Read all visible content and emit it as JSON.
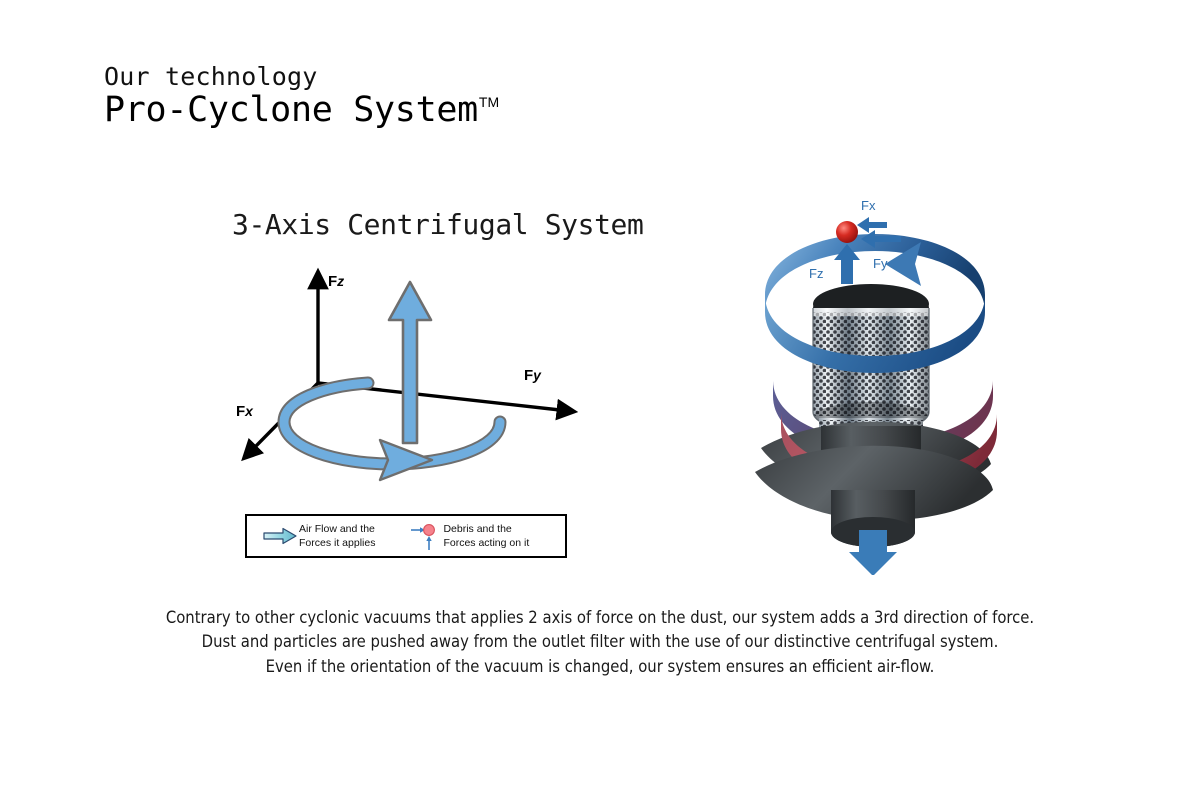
{
  "header": {
    "eyebrow": "Our technology",
    "title": "Pro-Cyclone System",
    "trademark": "TM"
  },
  "section": {
    "heading": "3-Axis Centrifugal System"
  },
  "axis_diagram": {
    "labels": {
      "fz_prefix": "F",
      "fz_sub": "z",
      "fy_prefix": "F",
      "fy_sub": "y",
      "fx_prefix": "F",
      "fx_sub": "x"
    },
    "colors": {
      "axis": "#000000",
      "flow_blue": "#6fadde",
      "flow_outline": "#6e6e6e"
    },
    "icon_names": {
      "vertical_arrow": "fz-force-arrow-icon",
      "circular_arrow": "rotational-flow-arrow-icon"
    }
  },
  "legend": {
    "items": [
      {
        "icon": "air-flow-arrow-icon",
        "line1": "Air Flow and the",
        "line2": "Forces it applies"
      },
      {
        "icon": "debris-particle-icon",
        "line1": "Debris and the",
        "line2": "Forces acting on it"
      }
    ],
    "colors": {
      "arrow_fill": "#8fd4e0",
      "arrow_outline": "#2b4a6f",
      "debris_fill": "#f6828c",
      "debris_outline": "#d9545f",
      "debris_arrow": "#3d7fc1",
      "border": "#000000"
    }
  },
  "render_3d": {
    "force_labels": {
      "fx": "Fx",
      "fy": "Fy",
      "fz": "Fz"
    },
    "colors": {
      "ribbon_light": "#7fb3dd",
      "ribbon_mid": "#3f7cb8",
      "ribbon_dark": "#1b4c84",
      "ribbon_red_light": "#c4646e",
      "ribbon_red_dark": "#7e2a38",
      "body_dark": "#3e4245",
      "body_light": "#6b7175",
      "mesh_chrome": "#cfd6dc",
      "debris_red": "#cc2222",
      "arrow_blue": "#3a7cb8",
      "label_blue": "#2f6fae"
    },
    "parts": {
      "filter": "mesh-filter-cylinder",
      "vane": "helical-vane",
      "outlet": "outlet-stack",
      "debris": "debris-particle",
      "exhaust": "exhaust-arrow"
    }
  },
  "caption": {
    "line1": "Contrary to other cyclonic vacuums that applies 2 axis of force on the dust, our system adds a 3rd direction of force.",
    "line2": "Dust and particles are pushed away from the outlet filter with the use of our distinctive centrifugal system.",
    "line3": "Even if the orientation of the vacuum is changed, our system ensures an efficient air-flow."
  }
}
